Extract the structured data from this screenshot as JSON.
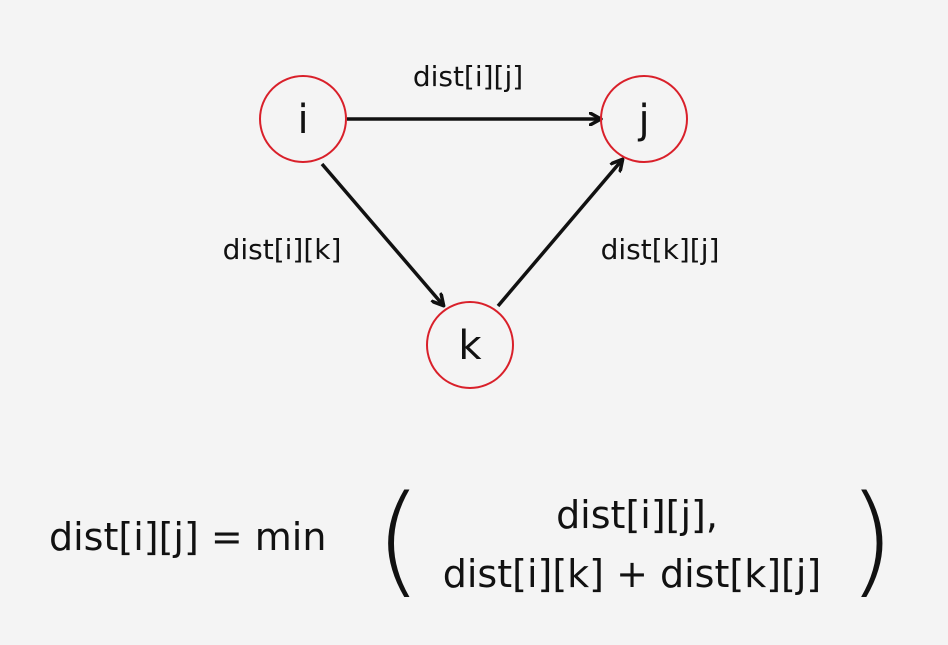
{
  "nodes": {
    "i": {
      "label": "i"
    },
    "j": {
      "label": "j"
    },
    "k": {
      "label": "k"
    }
  },
  "edges": {
    "ij": {
      "label": "dist[i][j]"
    },
    "ik": {
      "label": "dist[i][k]"
    },
    "kj": {
      "label": "dist[k][j]"
    }
  },
  "formula": {
    "lhs": "dist[i][j] = min",
    "open_paren": "(",
    "close_paren": ")",
    "arg1": "dist[i][j],",
    "arg2": "dist[i][k] + dist[k][j]"
  },
  "colors": {
    "node_stroke": "#d9202a",
    "edge": "#111111",
    "background": "#f4f4f4"
  }
}
